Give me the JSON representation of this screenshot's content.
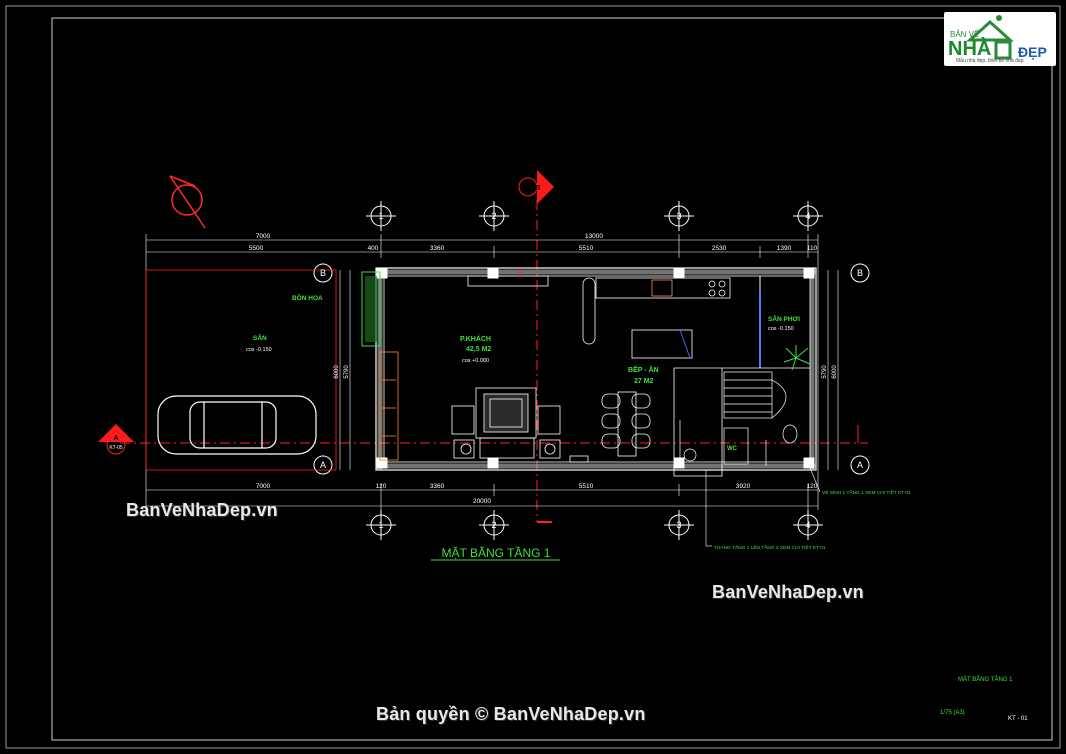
{
  "logo": {
    "line1": "BẢN VẼ",
    "line2": "NHÀ",
    "line3": "ĐẸP",
    "tagline": "Mẫu nhà đẹp, thiết kế nhà đẹp"
  },
  "watermarks": {
    "left": "BanVeNhaDep.vn",
    "right": "BanVeNhaDep.vn",
    "copyright": "Bản quyền © BanVeNhaDep.vn"
  },
  "drawing": {
    "title": "MẶT BẰNG TẦNG 1",
    "grid_columns": [
      "1",
      "2",
      "3",
      "4"
    ],
    "grid_rows": [
      "A",
      "B"
    ],
    "section_label_b": "B",
    "section_label_a": "A",
    "section_ref": "KT-05",
    "dims_top_1": [
      "7000",
      "13000"
    ],
    "dims_top_2": [
      "5500",
      "400",
      "3360",
      "5510",
      "2530",
      "1390",
      "110"
    ],
    "dims_bottom_1": [
      "7000",
      "120",
      "3360",
      "5510",
      "3920",
      "120"
    ],
    "dims_bottom_total": "20000",
    "dims_side": [
      "6000",
      "5790"
    ],
    "dims_side_right": [
      "5790",
      "6000"
    ],
    "rooms": {
      "bon_hoa": "BỒN HOA",
      "san": "SÂN",
      "san_level": "cos -0.150",
      "khach": "P.KHÁCH",
      "khach_area": "42,5 M2",
      "khach_level": "cos +0.000",
      "bep_an": "BẾP - ĂN",
      "bep_area": "27 M2",
      "san_phoi": "SÂN PHƠI",
      "san_phoi_level": "cos -0.150",
      "wc": "WC"
    },
    "notes": {
      "stair1": "VỆ SINH 1 TẦNG 1 XEM CHI TIẾT KT-01",
      "stair2": "THANG TẦNG 1 LÊN TẦNG 2 XEM CHI TIẾT KT-01"
    }
  },
  "title_block": {
    "sheet_name": "MẶT BẰNG TẦNG 1",
    "scale": "1/75  (A3)",
    "sheet_no": "KT - 01"
  },
  "colors": {
    "background": "#000000",
    "frame": "#ffffff",
    "wall": "#ffffff",
    "grid_line": "#ff2020",
    "dim_line": "#ffffff",
    "room_text": "#3fe03f",
    "furniture": "#ffffff",
    "section_marker": "#ff0000"
  }
}
